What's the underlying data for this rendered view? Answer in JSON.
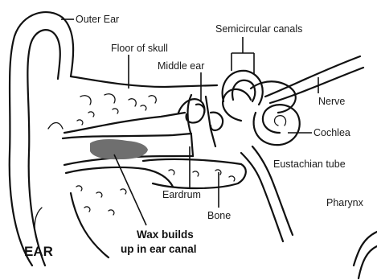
{
  "labels": {
    "outer_ear": "Outer Ear",
    "floor_of_skull": "Floor of skull",
    "semicircular_canals": "Semicircular canals",
    "middle_ear": "Middle ear",
    "nerve": "Nerve",
    "cochlea": "Cochlea",
    "eustachian_tube": "Eustachian tube",
    "eardrum": "Eardrum",
    "bone": "Bone",
    "pharynx": "Pharynx",
    "wax_line1": "Wax builds",
    "wax_line2": "up in ear canal",
    "ear": "EAR"
  },
  "colors": {
    "ink": "#111111",
    "wax": "#6f6f6f",
    "background": "#ffffff"
  }
}
